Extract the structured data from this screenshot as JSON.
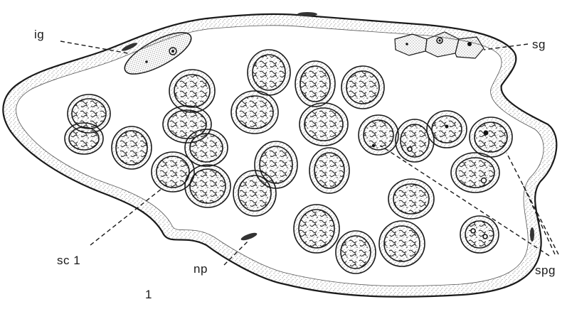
{
  "figure": {
    "labels": {
      "ig": "ig",
      "sg": "sg",
      "sc1": "sc 1",
      "np": "np",
      "spg": "spg",
      "panel_number": "1"
    },
    "colors": {
      "ink": "#1a1a1a",
      "stipple": "#555555",
      "paper": "#ffffff"
    }
  }
}
